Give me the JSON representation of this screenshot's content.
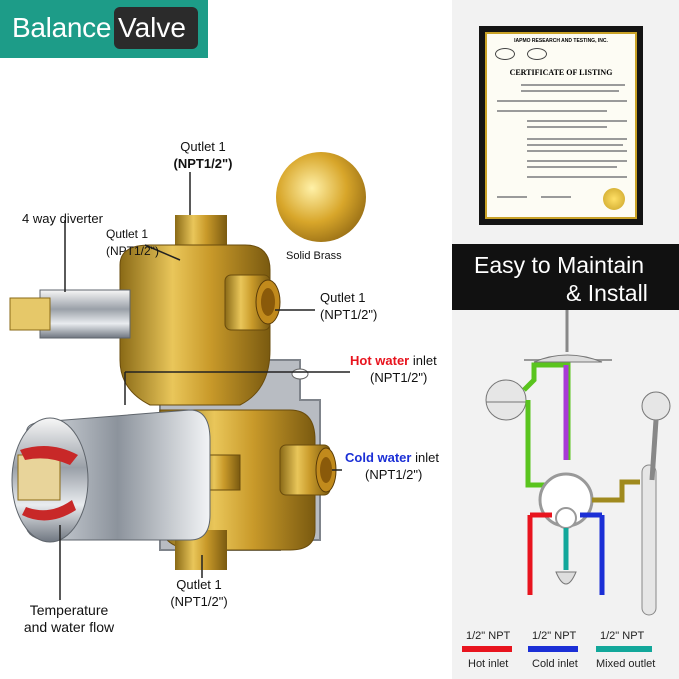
{
  "badge": {
    "word1": "Balance",
    "word2": "Valve"
  },
  "labels": {
    "outlet_top": {
      "name": "Qutlet 1",
      "spec": "(NPT1/2\")"
    },
    "diverter": "4 way diverter",
    "outlet_left": {
      "name": "Qutlet 1",
      "spec": "(NPT1/2\")"
    },
    "solid_brass": "Solid Brass",
    "outlet_right": {
      "name": "Qutlet 1",
      "spec": "(NPT1/2\")"
    },
    "hot_inlet": {
      "hot": "Hot water",
      "rest": " inlet",
      "spec": "(NPT1/2\")"
    },
    "cold_inlet": {
      "cold": "Cold water",
      "rest": " inlet",
      "spec": "(NPT1/2\")"
    },
    "outlet_bottom": {
      "name": "Qutlet 1",
      "spec": "(NPT1/2\")"
    },
    "temperature": {
      "line1": "Temperature",
      "line2": "and water flow"
    }
  },
  "certificate": {
    "org": "IAPMO RESEARCH AND TESTING, INC.",
    "title": "CERTIFICATE OF LISTING"
  },
  "maintain": {
    "line1": "Easy to Maintain",
    "line2": "& Install"
  },
  "legend": [
    {
      "npt": "1/2\" NPT",
      "label": "Hot inlet",
      "color": "#e8141e"
    },
    {
      "npt": "1/2\" NPT",
      "label": "Cold inlet",
      "color": "#1b2fd6"
    },
    {
      "npt": "1/2\" NPT",
      "label": "Mixed outlet",
      "color": "#12a79a"
    }
  ],
  "colors": {
    "teal": "#1d9c88",
    "hot": "#e8141e",
    "cold": "#1b2fd6",
    "brass": "#c9a227",
    "green": "#5ac41e",
    "purple": "#a83bd6",
    "olive": "#a08a1e"
  }
}
